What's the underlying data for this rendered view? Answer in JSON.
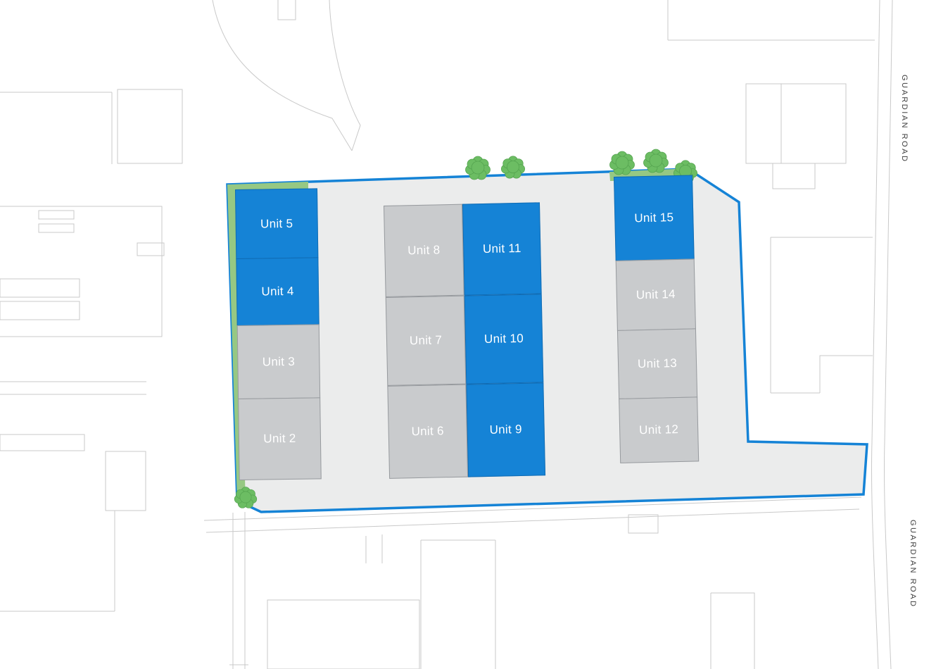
{
  "plan": {
    "roads": {
      "top_right": "GUARDIAN ROAD",
      "bottom_right": "GUARDIAN ROAD"
    },
    "colors": {
      "unit_available_blue": "#1583d6",
      "unit_grey": "#c9cbcd",
      "site_fill": "#ebecec",
      "boundary_blue": "#1583d6",
      "landscape_green": "#96c883",
      "tree_green": "#6cbd63",
      "label_text": "#ffffff"
    },
    "units": [
      {
        "id": 2,
        "label": "Unit 2",
        "status": "grey"
      },
      {
        "id": 3,
        "label": "Unit 3",
        "status": "grey"
      },
      {
        "id": 4,
        "label": "Unit 4",
        "status": "blue"
      },
      {
        "id": 5,
        "label": "Unit 5",
        "status": "blue"
      },
      {
        "id": 6,
        "label": "Unit 6",
        "status": "grey"
      },
      {
        "id": 7,
        "label": "Unit 7",
        "status": "grey"
      },
      {
        "id": 8,
        "label": "Unit 8",
        "status": "grey"
      },
      {
        "id": 9,
        "label": "Unit 9",
        "status": "blue"
      },
      {
        "id": 10,
        "label": "Unit 10",
        "status": "blue"
      },
      {
        "id": 11,
        "label": "Unit 11",
        "status": "blue"
      },
      {
        "id": 12,
        "label": "Unit 12",
        "status": "grey"
      },
      {
        "id": 13,
        "label": "Unit 13",
        "status": "grey"
      },
      {
        "id": 14,
        "label": "Unit 14",
        "status": "grey"
      },
      {
        "id": 15,
        "label": "Unit 15",
        "status": "blue"
      }
    ]
  }
}
